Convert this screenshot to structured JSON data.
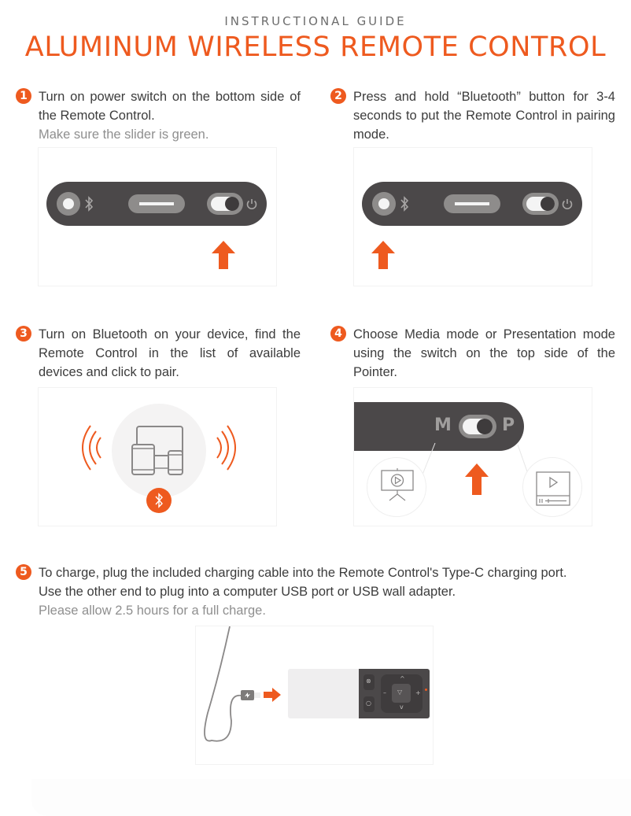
{
  "header": {
    "kicker": "INSTRUCTIONAL GUIDE",
    "title": "ALUMINUM WIRELESS REMOTE CONTROL"
  },
  "colors": {
    "accent": "#ee5a1f",
    "device_dark": "#4b4849",
    "device_gray": "#8e8c8b",
    "text": "#3c3c3c",
    "note_text": "#8f8f8f"
  },
  "steps": [
    {
      "number": "1",
      "text": "Turn on power switch on the bottom side of the Remote Control.",
      "note": "Make sure the slider is green.",
      "illustration": {
        "icons": [
          "bluetooth-button",
          "bluetooth-icon",
          "charging-port",
          "power-switch",
          "power-icon"
        ],
        "arrow_target": "power-switch"
      }
    },
    {
      "number": "2",
      "text": "Press and hold “Bluetooth” button for 3-4  seconds to put the Remote Control in pairing mode.",
      "note": "",
      "illustration": {
        "icons": [
          "bluetooth-button",
          "bluetooth-icon",
          "charging-port",
          "power-switch",
          "power-icon"
        ],
        "arrow_target": "bluetooth-button"
      }
    },
    {
      "number": "3",
      "text": "Turn on Bluetooth on your device, find the Remote Control in the list of available devices and click to pair.",
      "note": "",
      "illustration": {
        "icons": [
          "devices-icon",
          "signal-waves-icon",
          "bluetooth-icon"
        ],
        "bluetooth_symbol": "ᛒ"
      }
    },
    {
      "number": "4",
      "text": "Choose Media mode or Presentation mode using the switch on the top side of the Pointer.",
      "note": "",
      "illustration": {
        "mode_left": "M",
        "mode_right": "P",
        "icons": [
          "presentation-screen-icon",
          "media-player-icon"
        ],
        "arrow_target": "mode-switch"
      }
    },
    {
      "number": "5",
      "text_line1": "To charge, plug the included charging cable into the Remote Control's Type-C charging port.",
      "text_line2": "Use the other end to plug into a computer USB port or USB wall adapter.",
      "note": "Please allow 2.5 hours for a full charge.",
      "illustration": {
        "icons": [
          "usb-c-cable",
          "arrow-right-icon",
          "remote-control"
        ],
        "remote_buttons": {
          "up": "^",
          "down": "v",
          "minus": "–",
          "plus": "+",
          "center": "▽"
        }
      }
    }
  ]
}
